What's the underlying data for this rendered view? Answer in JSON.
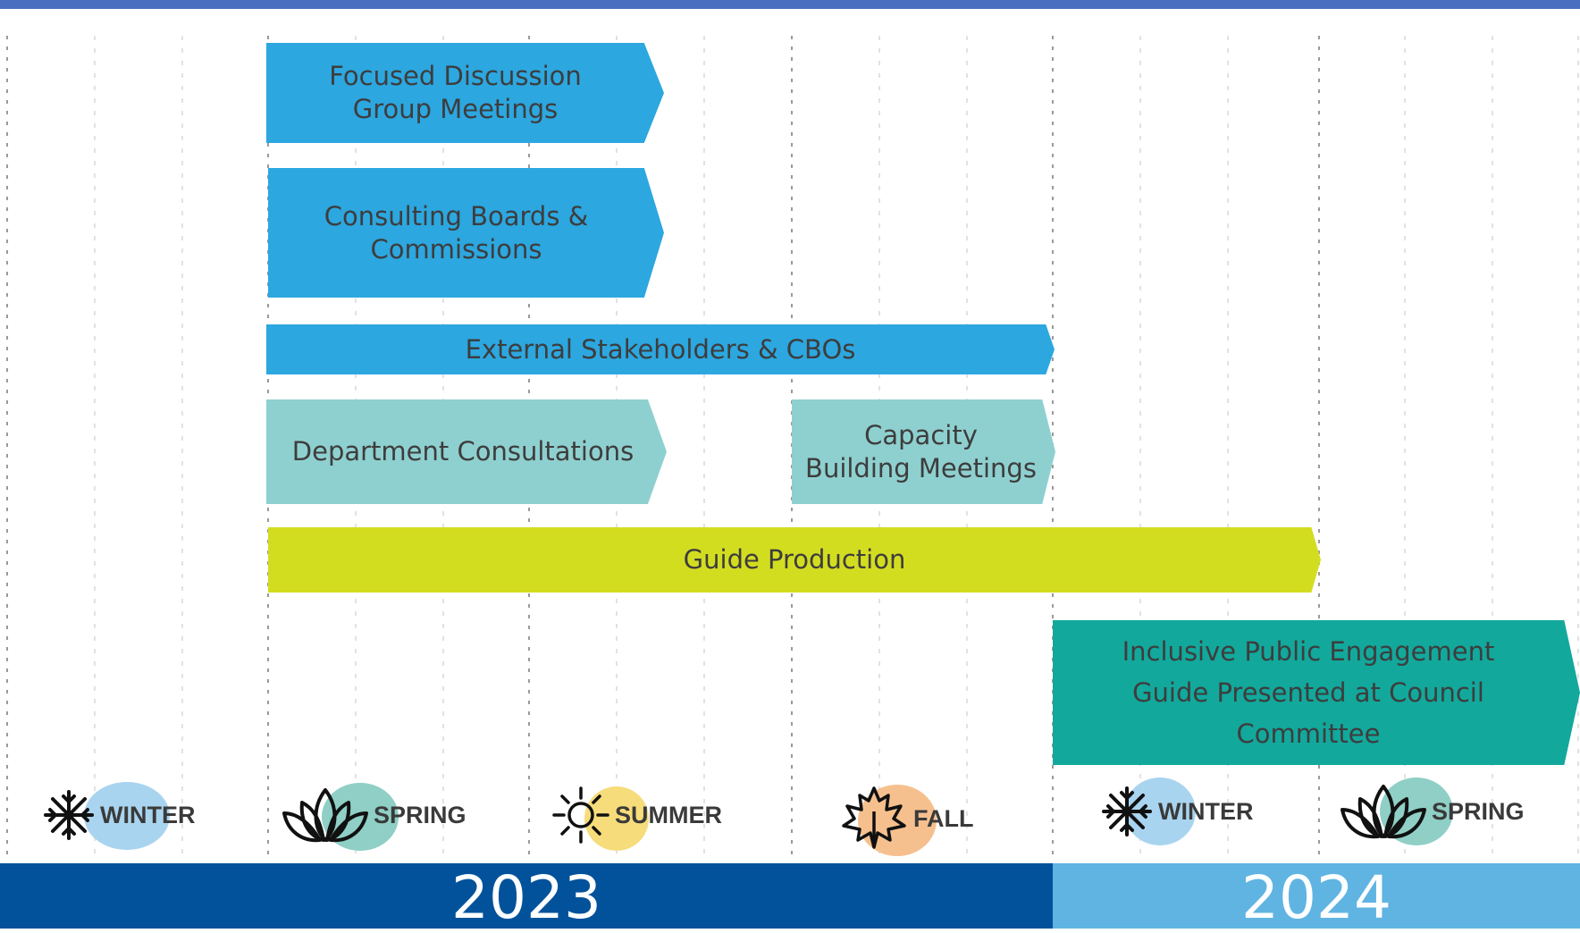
{
  "colors": {
    "blue": "#2ca7e0",
    "light_teal": "#8ed0cf",
    "lime": "#d3dd20",
    "teal": "#12a89c",
    "year_2023": "#01529b",
    "year_2024": "#5fb4e2",
    "top_rule": "#4a6fc0"
  },
  "bars": [
    {
      "id": "focused-discussion",
      "lines": [
        "Focused Discussion",
        "Group Meetings"
      ],
      "color": "blue"
    },
    {
      "id": "consulting-boards",
      "lines": [
        "Consulting Boards &",
        "Commissions"
      ],
      "color": "blue"
    },
    {
      "id": "external-stakeholders",
      "lines": [
        "External Stakeholders &  CBOs"
      ],
      "color": "blue"
    },
    {
      "id": "department-consultations",
      "lines": [
        "Department Consultations"
      ],
      "color": "light_teal"
    },
    {
      "id": "capacity-building",
      "lines": [
        "Capacity",
        "Building Meetings"
      ],
      "color": "light_teal"
    },
    {
      "id": "guide-production",
      "lines": [
        "Guide Production"
      ],
      "color": "lime"
    },
    {
      "id": "public-engagement-guide",
      "lines": [
        "Inclusive Public Engagement",
        "Guide Presented at Council",
        "Committee"
      ],
      "color": "teal"
    }
  ],
  "seasons": [
    {
      "label": "WINTER",
      "icon": "snowflake-icon",
      "disc": "#a9d4ef"
    },
    {
      "label": "SPRING",
      "icon": "lotus-icon",
      "disc": "#8fcfc6"
    },
    {
      "label": "SUMMER",
      "icon": "sun-icon",
      "disc": "#f6dc7a"
    },
    {
      "label": "FALL",
      "icon": "maple-leaf-icon",
      "disc": "#f6c08e"
    },
    {
      "label": "WINTER",
      "icon": "snowflake-icon",
      "disc": "#a9d4ef"
    },
    {
      "label": "SPRING",
      "icon": "lotus-icon",
      "disc": "#8fcfc6"
    }
  ],
  "years": [
    {
      "label": "2023",
      "color": "year_2023"
    },
    {
      "label": "2024",
      "color": "year_2024"
    }
  ]
}
